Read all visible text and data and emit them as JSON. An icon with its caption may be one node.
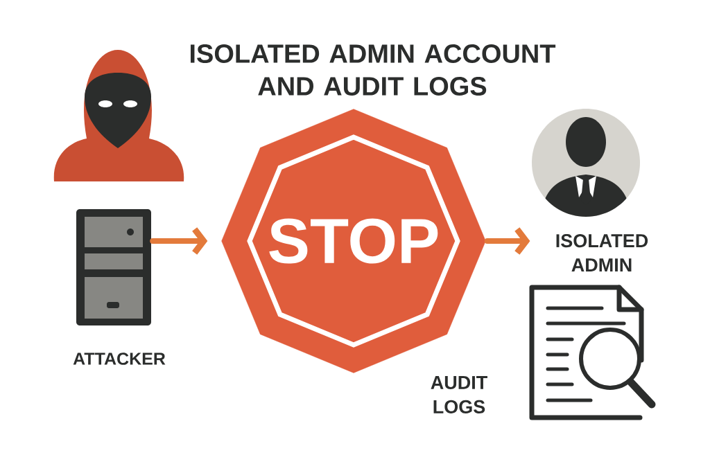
{
  "diagram": {
    "title": "ISOLATED ADMIN ACCOUNT AND AUDIT LOGS",
    "nodes": [
      {
        "text": [],
        "shape": "picture",
        "beside": [
          "ATTACKER"
        ]
      },
      {
        "text": [
          "STOP"
        ]
      },
      {
        "text": [
          "ISOLATED ADMIN"
        ]
      }
    ],
    "edges": [
      {
        "from": 0,
        "to": 1,
        "arrow": "to"
      },
      {
        "from": 1,
        "to": 2,
        "arrow": "to"
      }
    ],
    "labels": [
      "AUDIT LOGS"
    ]
  }
}
